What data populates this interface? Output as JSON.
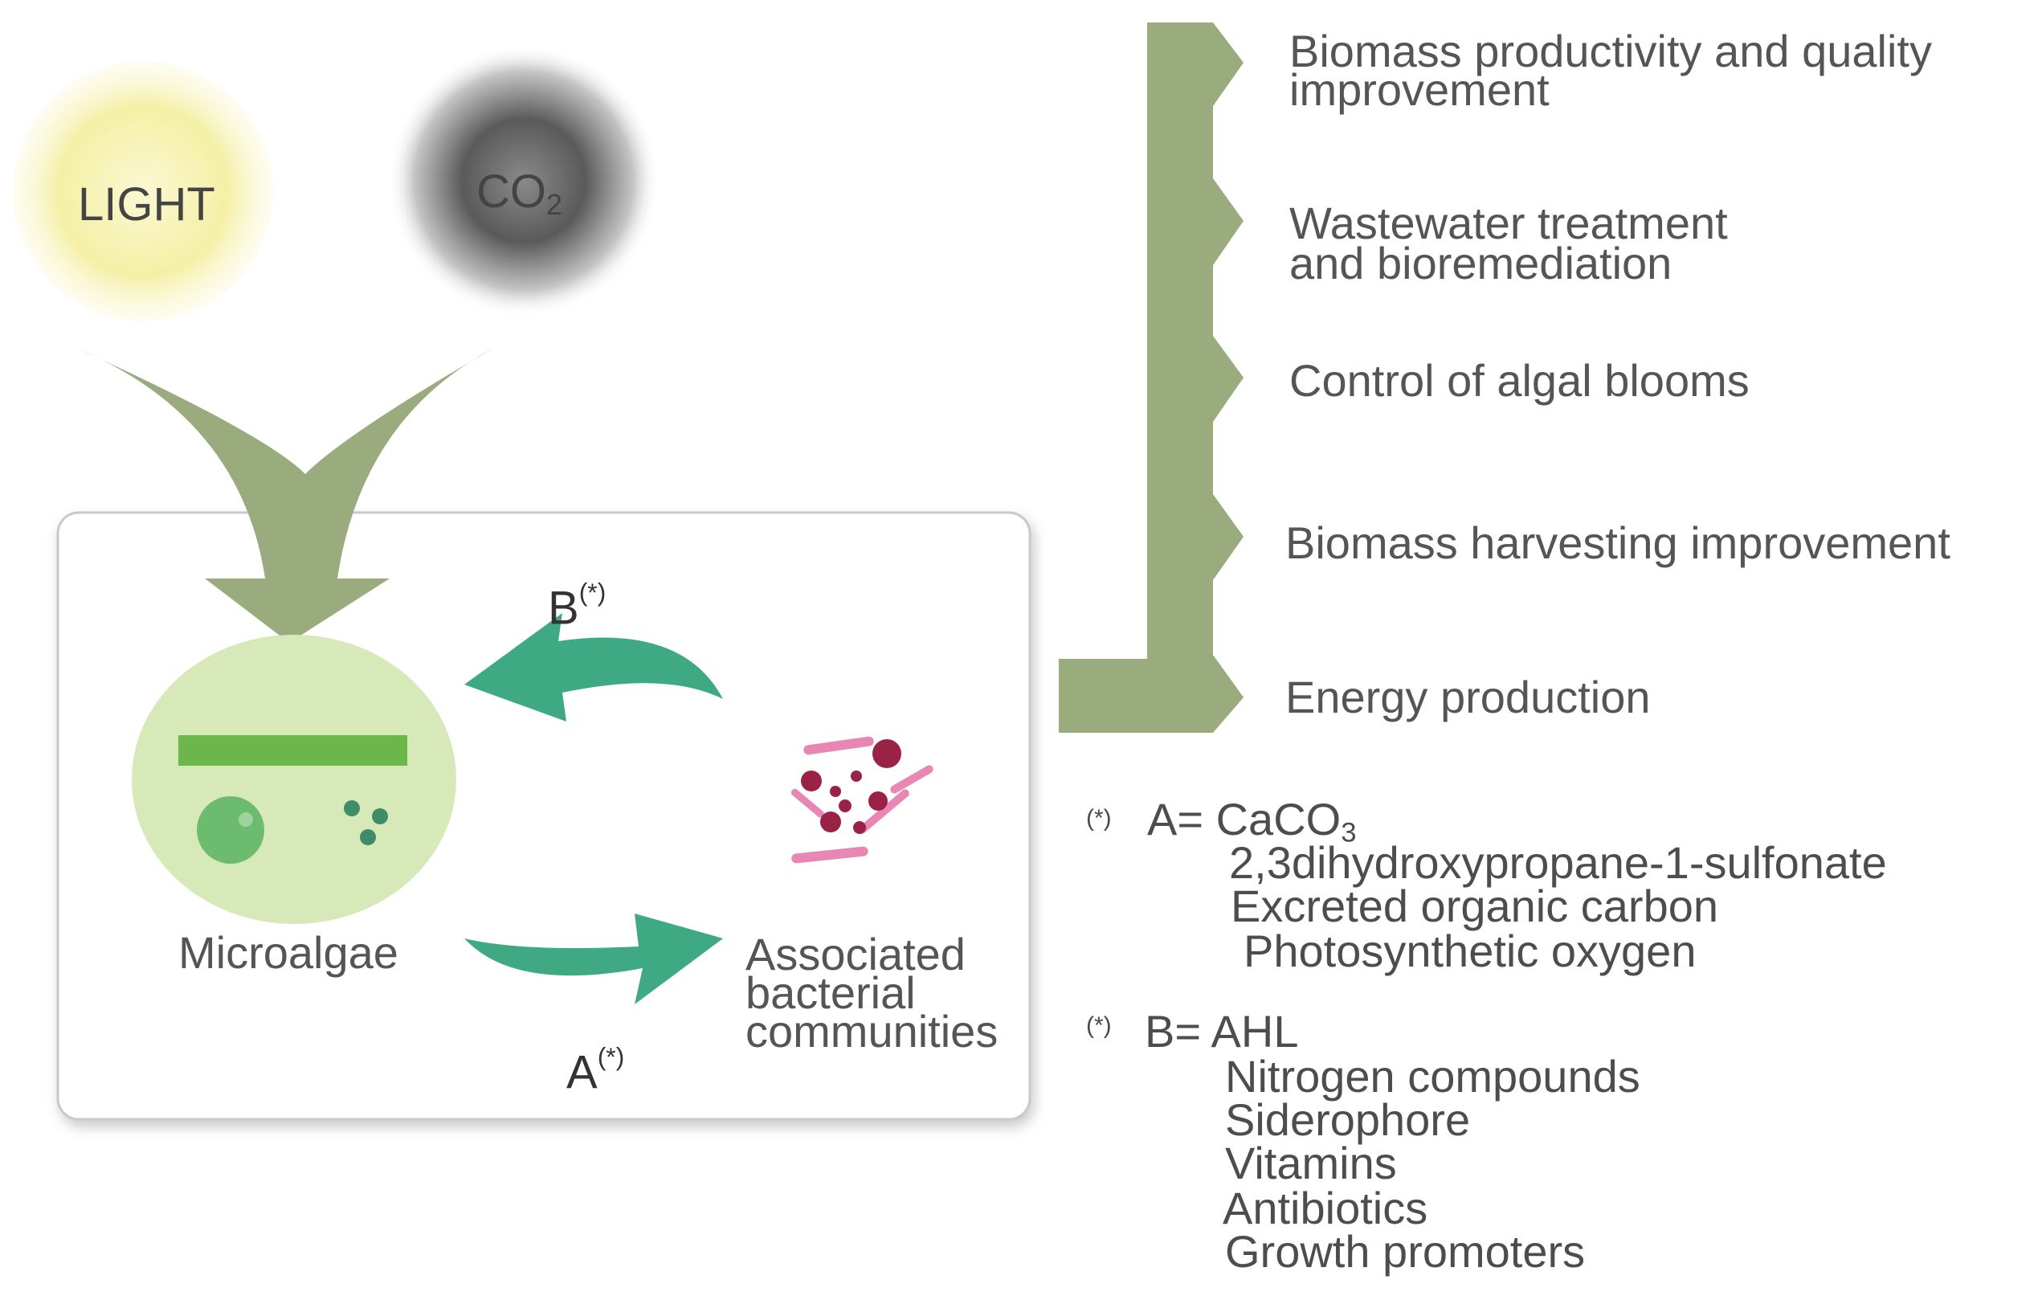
{
  "inputs": {
    "light": "LIGHT",
    "co2": "CO",
    "co2_sub": "2"
  },
  "system": {
    "microalgae": "Microalgae",
    "bacteria": [
      "Associated",
      "bacterial",
      "communities"
    ],
    "arrow_b": {
      "letter": "B",
      "mark": "(*)"
    },
    "arrow_a": {
      "letter": "A",
      "mark": "(*)"
    }
  },
  "applications": [
    [
      "Biomass productivity and quality",
      "improvement"
    ],
    [
      "Wastewater treatment",
      "and bioremediation"
    ],
    [
      "Control of algal blooms"
    ],
    [
      "Biomass harvesting improvement"
    ],
    [
      "Energy production"
    ]
  ],
  "footnote_a": {
    "mark": "(*)",
    "prefix": "A= CaCO",
    "prefix_sub": "3",
    "items": [
      "2,3dihydroxypropane-1-sulfonate",
      "Excreted organic carbon",
      "Photosynthetic oxygen"
    ]
  },
  "footnote_b": {
    "mark": "(*)",
    "prefix": "B= AHL",
    "items": [
      "Nitrogen compounds",
      "Siderophore",
      "Vitamins",
      "Antibiotics",
      "Growth promoters"
    ]
  },
  "colors": {
    "olive": "#9aab7d",
    "teal_arrow": "#3fa984",
    "cell_fill": "#d7e8b9",
    "cell_bar": "#6db64a",
    "bacteria_dark": "#9b2247",
    "bacteria_pink": "#e887b3",
    "light_glow": "#f4f0a6",
    "co2_core": "#3a3a3a"
  }
}
